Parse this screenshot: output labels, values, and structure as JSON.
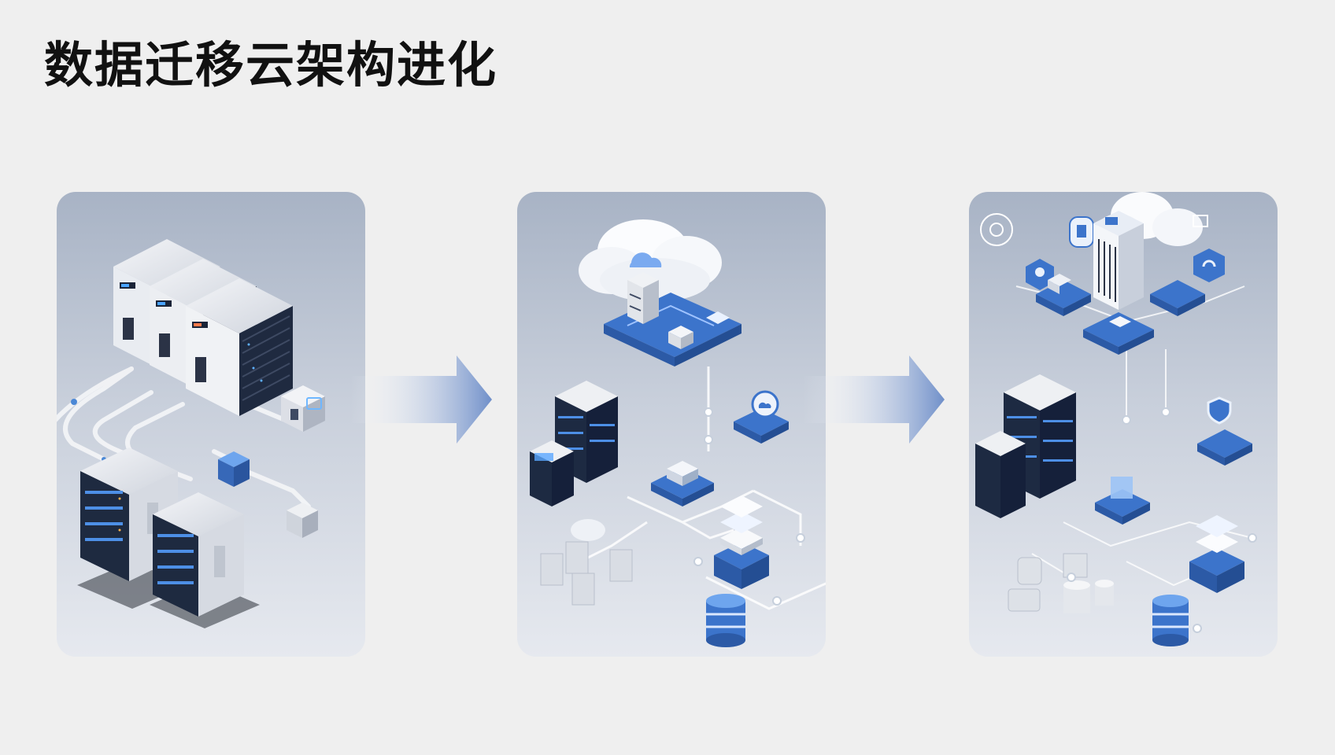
{
  "page": {
    "title": "数据迁移云架构进化"
  },
  "colors": {
    "background": "#efefef",
    "panel_top": "#a8b3c5",
    "panel_bottom": "#e6e9ef",
    "accent_blue": "#3d74c9",
    "dark_server": "#1f2d45",
    "light_server": "#e8ebf0",
    "arrow": "#6f8fc9"
  },
  "panels": [
    {
      "stage": "on-premise",
      "icons": [
        "server-rack-icon",
        "server-tower-icon",
        "cable-icon",
        "network-switch-icon"
      ]
    },
    {
      "stage": "hybrid-cloud",
      "icons": [
        "cloud-icon",
        "server-rack-icon",
        "storage-stack-icon",
        "database-icon",
        "network-node-icon"
      ]
    },
    {
      "stage": "cloud-native",
      "icons": [
        "cloud-icon",
        "data-center-building-icon",
        "security-shield-icon",
        "analytics-icon",
        "database-icon",
        "network-node-icon"
      ]
    }
  ],
  "arrows": [
    "arrow-right-icon",
    "arrow-right-icon"
  ]
}
